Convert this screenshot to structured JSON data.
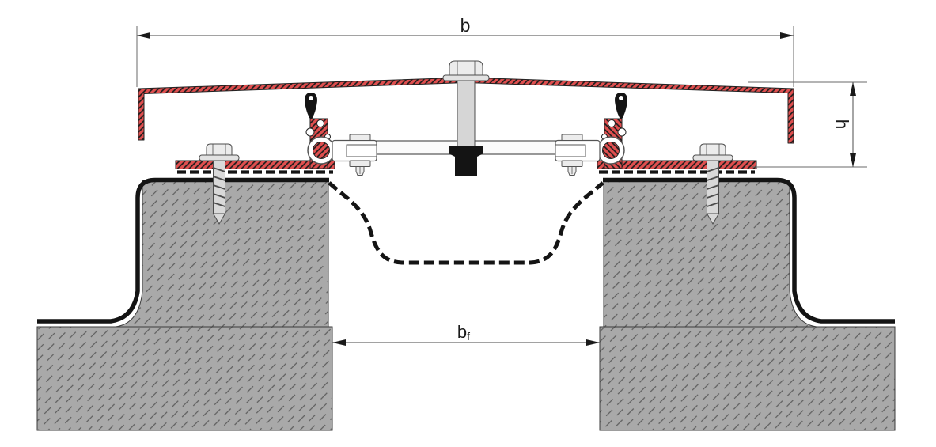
{
  "diagram": {
    "dimensions": {
      "overall_width_label": "b",
      "height_label": "h",
      "joint_gap_label_base": "b",
      "joint_gap_label_sub": "f"
    },
    "colors": {
      "aluminum_profile_red": "#e04f4f",
      "hatch_line_dark": "#1d1d1d",
      "concrete_gray": "#a9a9a9",
      "concrete_hatch": "#5e5e5e",
      "membrane_black": "#141414",
      "metal_light": "#ececec",
      "dimension_line_gray": "#6a6a6a",
      "background": "#ffffff"
    }
  }
}
